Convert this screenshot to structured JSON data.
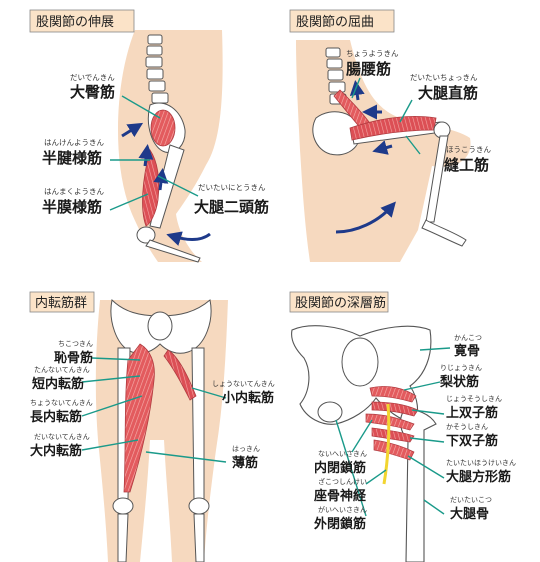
{
  "colors": {
    "skin": "#f6d9bf",
    "bone": "#ffffff",
    "bone_stroke": "#555555",
    "muscle": "#e0565a",
    "muscle_light": "#f4a5a3",
    "leader": "#1a9a8a",
    "arrow": "#1e3a8a",
    "nerve": "#f2d530",
    "title_bg": "#fbe3c8"
  },
  "panels": [
    {
      "id": "extension",
      "title": "股関節の伸展",
      "labels": [
        {
          "ruby": "だいでんきん",
          "name": "大臀筋"
        },
        {
          "ruby": "はんけんようきん",
          "name": "半腱様筋"
        },
        {
          "ruby": "はんまくようきん",
          "name": "半膜様筋"
        },
        {
          "ruby": "だいたいにとうきん",
          "name": "大腿二頭筋"
        }
      ]
    },
    {
      "id": "flexion",
      "title": "股関節の屈曲",
      "labels": [
        {
          "ruby": "ちょうようきん",
          "name": "腸腰筋"
        },
        {
          "ruby": "だいたいちょっきん",
          "name": "大腿直筋"
        },
        {
          "ruby": "ほうこうきん",
          "name": "縫工筋"
        }
      ]
    },
    {
      "id": "adductors",
      "title": "内転筋群",
      "labels": [
        {
          "ruby": "ちこつきん",
          "name": "恥骨筋"
        },
        {
          "ruby": "たんないてんきん",
          "name": "短内転筋"
        },
        {
          "ruby": "ちょうないてんきん",
          "name": "長内転筋"
        },
        {
          "ruby": "だいないてんきん",
          "name": "大内転筋"
        },
        {
          "ruby": "しょうないてんきん",
          "name": "小内転筋"
        },
        {
          "ruby": "はっきん",
          "name": "薄筋"
        }
      ]
    },
    {
      "id": "deep",
      "title": "股関節の深層筋",
      "labels": [
        {
          "ruby": "かんこつ",
          "name": "寛骨"
        },
        {
          "ruby": "りじょうきん",
          "name": "梨状筋"
        },
        {
          "ruby": "じょうそうしきん",
          "name": "上双子筋"
        },
        {
          "ruby": "かそうしきん",
          "name": "下双子筋"
        },
        {
          "ruby": "たいたいほうけいきん",
          "name": "大腿方形筋"
        },
        {
          "ruby": "ないへいさきん",
          "name": "内閉鎖筋"
        },
        {
          "ruby": "ざこつしんけい",
          "name": "座骨神経"
        },
        {
          "ruby": "がいへいさきん",
          "name": "外閉鎖筋"
        },
        {
          "ruby": "だいたいこつ",
          "name": "大腿骨"
        }
      ]
    }
  ]
}
